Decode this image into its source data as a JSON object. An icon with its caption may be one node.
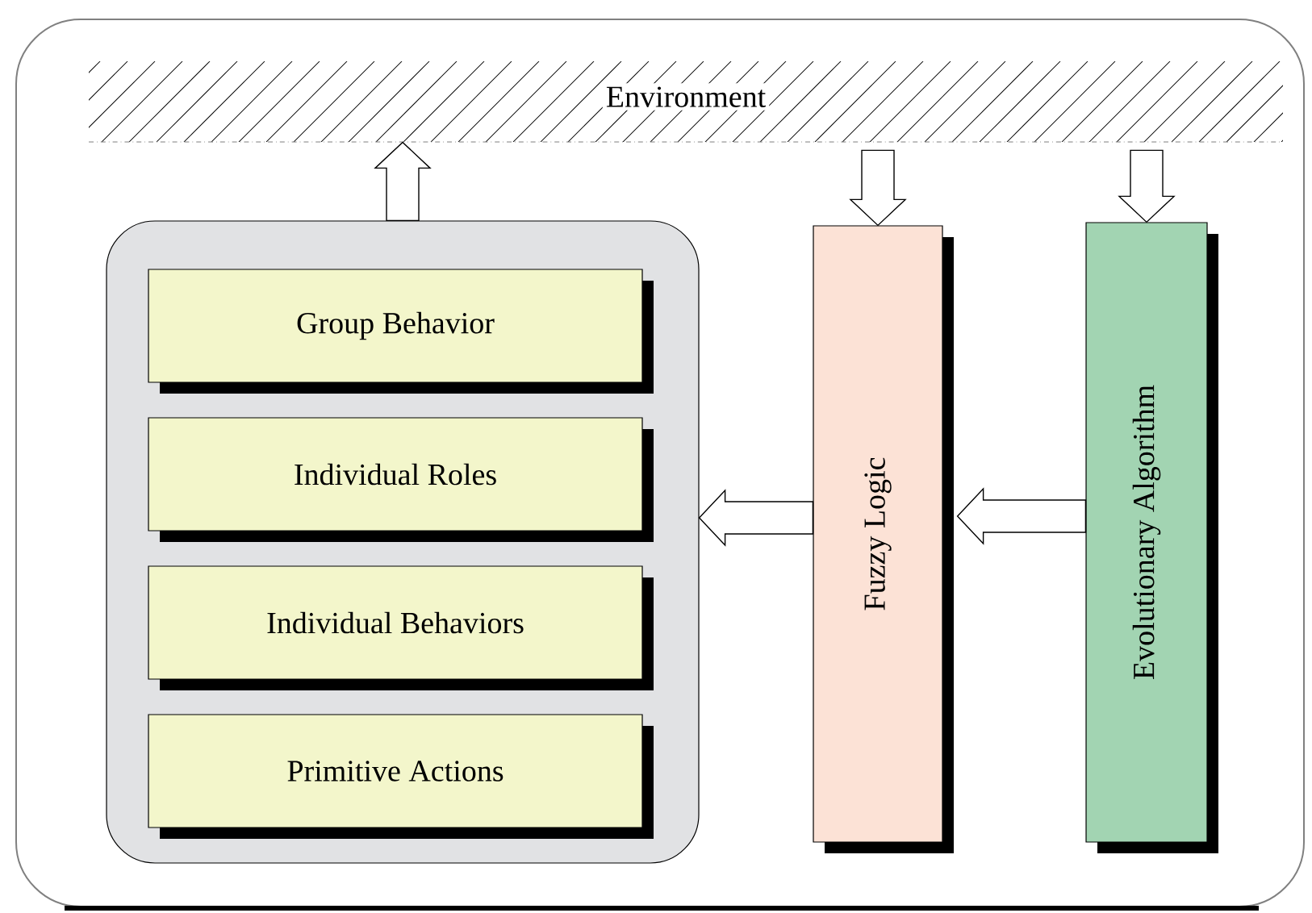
{
  "diagram": {
    "nodes": [
      {
        "text": [
          "Environment"
        ]
      },
      {
        "text": [],
        "shape": "box"
      },
      {
        "text": [
          "Group Behavior"
        ],
        "in": 1
      },
      {
        "text": [
          "Individual Roles"
        ],
        "in": 1
      },
      {
        "text": [
          "Individual Behaviors"
        ],
        "in": 1
      },
      {
        "text": [
          "Primitive Actions"
        ],
        "in": 1
      },
      {
        "text": [
          "Fuzzy Logic"
        ]
      },
      {
        "text": [
          "Evolutionary Algorithm"
        ]
      }
    ],
    "edges": [
      {
        "from": 1,
        "to": 0,
        "arrow": "to"
      },
      {
        "from": 0,
        "to": 6,
        "arrow": "to"
      },
      {
        "from": 0,
        "to": 7,
        "arrow": "to"
      },
      {
        "from": 6,
        "to": 1,
        "arrow": "to"
      },
      {
        "from": 7,
        "to": 6,
        "arrow": "to"
      }
    ]
  }
}
